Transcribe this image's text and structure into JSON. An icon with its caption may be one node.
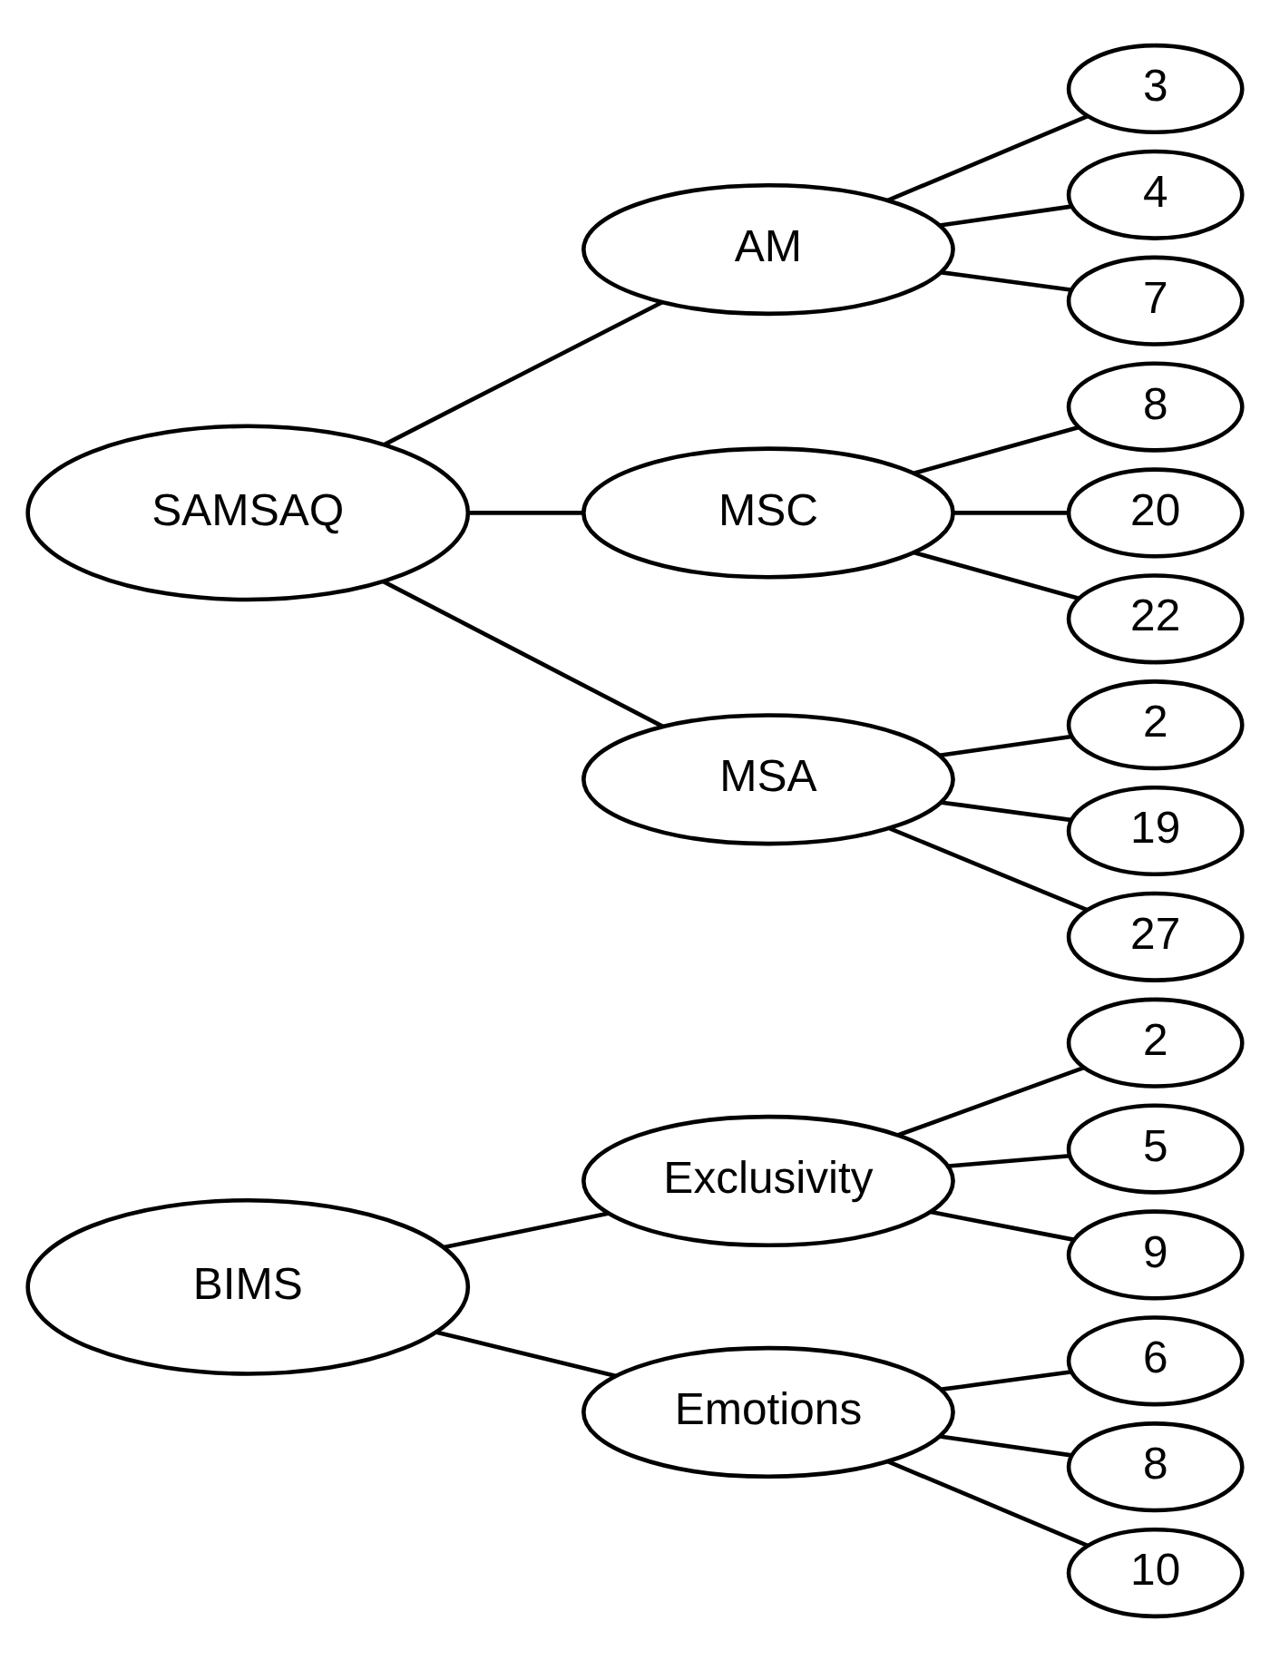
{
  "diagram": {
    "nodes": [
      {
        "text": [
          "BIMS"
        ]
      },
      {
        "text": [
          "Exclusivity"
        ]
      },
      {
        "text": [
          "2"
        ]
      },
      {
        "text": [
          "5"
        ]
      },
      {
        "text": [
          "9"
        ]
      },
      {
        "text": [
          "Emotions"
        ]
      },
      {
        "text": [
          "6"
        ]
      },
      {
        "text": [
          "8"
        ]
      },
      {
        "text": [
          "10"
        ]
      },
      {
        "text": [
          "SAMSAQ"
        ]
      },
      {
        "text": [
          "AM"
        ]
      },
      {
        "text": [
          "3"
        ]
      },
      {
        "text": [
          "4"
        ]
      },
      {
        "text": [
          "7"
        ]
      },
      {
        "text": [
          "MSC"
        ]
      },
      {
        "text": [
          "8"
        ]
      },
      {
        "text": [
          "20"
        ]
      },
      {
        "text": [
          "22"
        ]
      },
      {
        "text": [
          "MSA"
        ]
      },
      {
        "text": [
          "2"
        ]
      },
      {
        "text": [
          "19"
        ]
      },
      {
        "text": [
          "27"
        ]
      }
    ],
    "edges": [
      {
        "from": 0,
        "to": 1,
        "arrow": "none"
      },
      {
        "from": 0,
        "to": 5,
        "arrow": "none"
      },
      {
        "from": 1,
        "to": 2,
        "arrow": "none"
      },
      {
        "from": 1,
        "to": 3,
        "arrow": "none"
      },
      {
        "from": 1,
        "to": 4,
        "arrow": "none"
      },
      {
        "from": 5,
        "to": 6,
        "arrow": "none"
      },
      {
        "from": 5,
        "to": 7,
        "arrow": "none"
      },
      {
        "from": 5,
        "to": 8,
        "arrow": "none"
      },
      {
        "from": 9,
        "to": 10,
        "arrow": "none"
      },
      {
        "from": 9,
        "to": 14,
        "arrow": "none"
      },
      {
        "from": 9,
        "to": 18,
        "arrow": "none"
      },
      {
        "from": 10,
        "to": 11,
        "arrow": "none"
      },
      {
        "from": 10,
        "to": 12,
        "arrow": "none"
      },
      {
        "from": 10,
        "to": 13,
        "arrow": "none"
      },
      {
        "from": 14,
        "to": 15,
        "arrow": "none"
      },
      {
        "from": 14,
        "to": 16,
        "arrow": "none"
      },
      {
        "from": 14,
        "to": 17,
        "arrow": "none"
      },
      {
        "from": 18,
        "to": 19,
        "arrow": "none"
      },
      {
        "from": 18,
        "to": 20,
        "arrow": "none"
      },
      {
        "from": 18,
        "to": 21,
        "arrow": "none"
      }
    ]
  }
}
